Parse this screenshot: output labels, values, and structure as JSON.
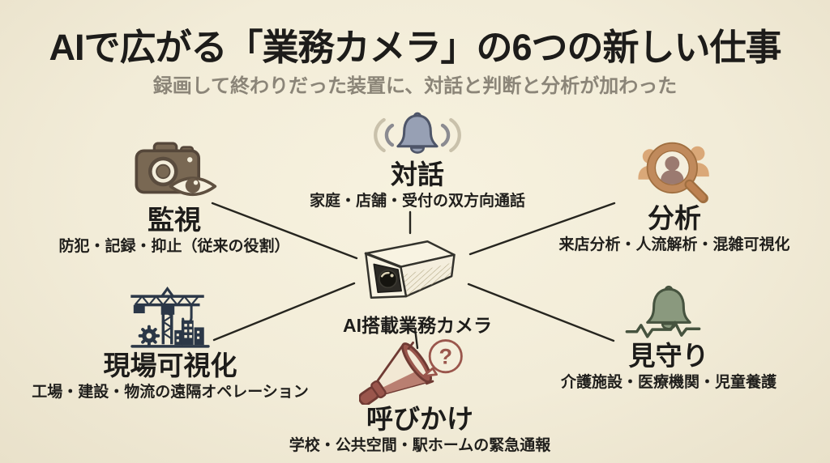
{
  "title": "AIで広がる「業務カメラ」の6つの新しい仕事",
  "subtitle": "録画して終わりだった装置に、対話と判断と分析が加わった",
  "center_camera": {
    "label": "AI搭載業務カメラ",
    "icon": "cctv-camera-illustration"
  },
  "nodes": [
    {
      "id": "surveillance",
      "title": "監視",
      "description": "防犯・記録・抑止（従来の役割）",
      "icon": "camera-eye-icon",
      "accent_color": "#796853"
    },
    {
      "id": "dialogue",
      "title": "対話",
      "description": "家庭・店舗・受付の双方向通話",
      "icon": "ringing-bell-icon",
      "accent_color": "#97a0b4"
    },
    {
      "id": "analysis",
      "title": "分析",
      "description": "来店分析・人流解析・混雑可視化",
      "icon": "people-magnifier-icon",
      "accent_color": "#c08a5c"
    },
    {
      "id": "site-visibility",
      "title": "現場可視化",
      "description": "工場・建設・物流の遠隔オペレーション",
      "icon": "construction-crane-icon",
      "accent_color": "#2b3747"
    },
    {
      "id": "call-out",
      "title": "呼びかけ",
      "description": "学校・公共空間・駅ホームの緊急通報",
      "icon": "megaphone-icon",
      "accent_color": "#9a564c",
      "bubble_text": "?"
    },
    {
      "id": "watch-over",
      "title": "見守り",
      "description": "介護施設・医療機関・児童養護",
      "icon": "alert-bell-heartbeat-icon",
      "accent_color": "#8a997e"
    }
  ],
  "colors": {
    "background": "#f2ecd8",
    "title_text": "#1d1c1a",
    "subtitle_text": "#8b8578",
    "connector_line": "#26251f"
  }
}
